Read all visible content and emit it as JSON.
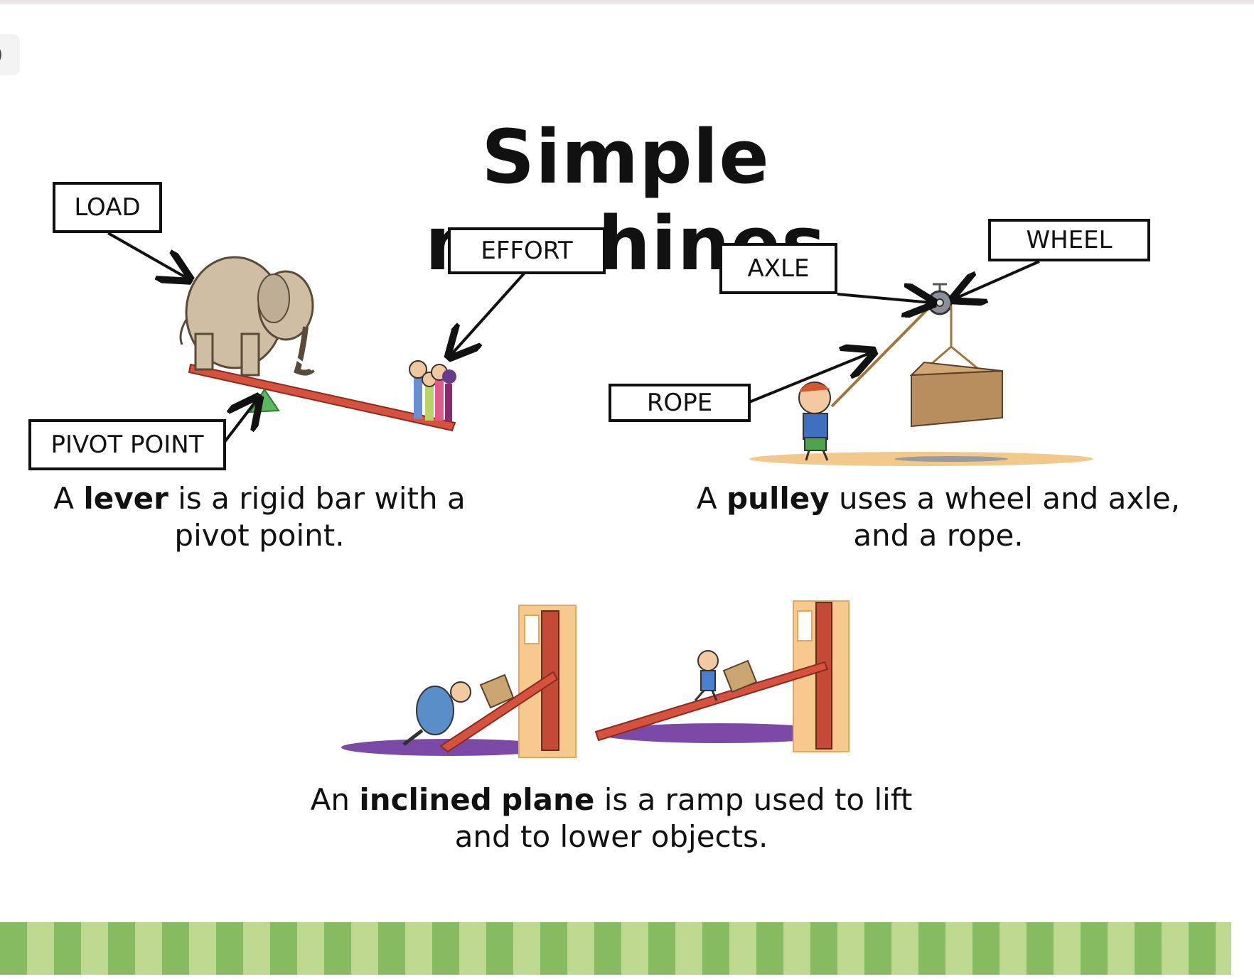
{
  "title": "Simple machines",
  "lever": {
    "labels": {
      "load": "LOAD",
      "effort": "EFFORT",
      "pivot": "PIVOT POINT"
    },
    "caption": {
      "pre": "A ",
      "bold": "lever",
      "post": " is a rigid bar with a",
      "line2": "pivot point."
    }
  },
  "pulley": {
    "labels": {
      "wheel": "WHEEL",
      "axle": "AXLE",
      "rope": "ROPE"
    },
    "caption": {
      "pre": "A ",
      "bold": "pulley",
      "post": "  uses a wheel and axle,",
      "line2": "and a rope."
    }
  },
  "inclined": {
    "caption": {
      "pre": "An ",
      "bold1": "inclined",
      "mid": " ",
      "bold2": "plane",
      "post": " is a ramp used to lift",
      "line2": "and to lower objects."
    }
  },
  "colors": {
    "stripe_light": "#bcd98f",
    "stripe_dark": "#86bb62",
    "ramp": "#d5523e",
    "shadow_purple": "#7a4aa6"
  }
}
